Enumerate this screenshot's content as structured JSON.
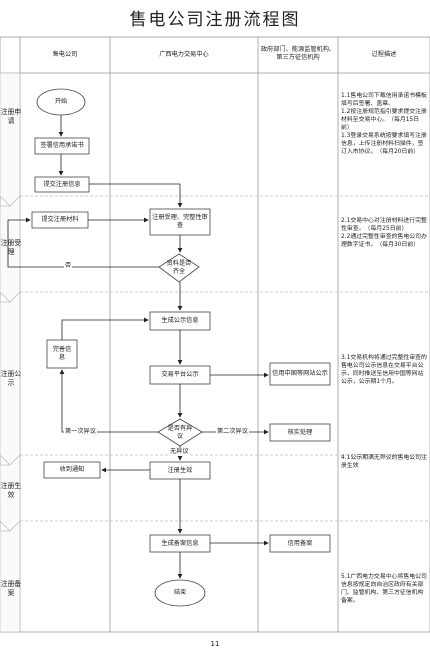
{
  "title": "售电公司注册流程图",
  "page_number": "11",
  "columns": {
    "c1": "售电公司",
    "c2": "广西电力交易中心",
    "c3": "政府部门、能源监管机构、第三方征信机构",
    "c4": "过程描述"
  },
  "stages": {
    "s1": "注册申请",
    "s2": "注册受理",
    "s3": "注册公示",
    "s4": "注册生效",
    "s5": "注册备案"
  },
  "nodes": {
    "start": "开始",
    "sign": "签署信用承诺书",
    "submit_info": "提交注册信息",
    "submit_material": "提交注册材料",
    "accept_review": "注册受理、完整性审查",
    "complete_q": "资料是否齐全",
    "gen_notice": "生成公示信息",
    "improve_info": "完善信息",
    "platform_notice": "交易平台公示",
    "credit_site": "信用中国等网站公示",
    "objection_q": "是否有异议",
    "verify": "核实处理",
    "receive_notice": "收到通知",
    "effective": "注册生效",
    "gen_record": "生成备案信息",
    "credit_record": "信用备案",
    "end": "结束"
  },
  "edge_labels": {
    "no": "否",
    "first_objection": "第一次异议",
    "second_objection": "第二次异议",
    "no_objection": "无异议"
  },
  "descriptions": {
    "d1": "1.1售电公司下载信用承诺书模板填写后签署、盖章。\n1.2按注册规范指引要求提交注册材料至交易中心。（每月15日前）\n1.3登录交易系统按要求填写注册信息，上传注册材料扫描件，签订入市协议。（每月20日前）",
    "d2": "2.1交易中心对注册材料进行完整性审查。（每月25日前）\n2.2通过完整性审查的售电公司办理数字证书。（每月30日前）",
    "d3": "3.1交易机构将通过完整性审查的售电公司公示信息在交易平台公示，同时推送至信用中国等网站公示，公示期1个月。",
    "d4": "4.1公示期满无异议的售电公司注册生效",
    "d5": "5.1广西电力交易中心将售电公司信息按规定向自治区政府有关部门、监管机构、第三方征信机构备案。"
  }
}
